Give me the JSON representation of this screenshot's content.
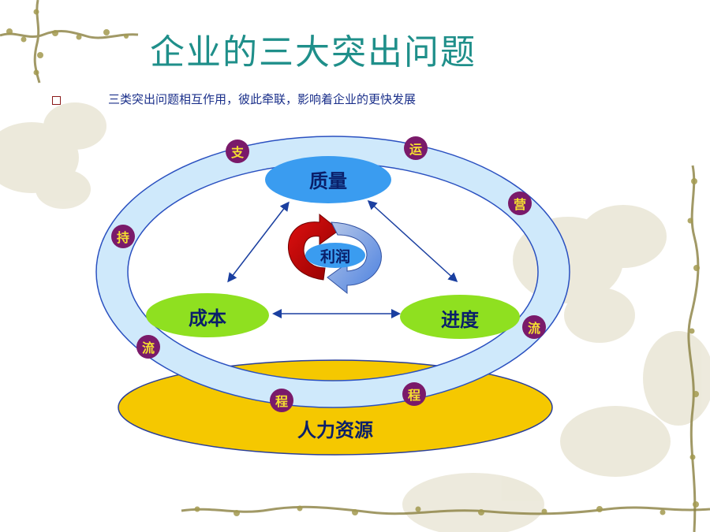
{
  "slide": {
    "title": "企业的三大突出问题",
    "subtitle": "三类突出问题相互作用，彼此牵联，影响着企业的更快发展"
  },
  "diagram": {
    "nodes": {
      "quality": "质量",
      "cost": "成本",
      "schedule": "进度",
      "profit": "利润",
      "hr": "人力资源"
    },
    "ring_chars": {
      "zhi": "支",
      "chi": "持",
      "liu_left": "流",
      "cheng_left": "程",
      "yun": "运",
      "ying": "营",
      "liu_right": "流",
      "cheng_right": "程"
    }
  },
  "colors": {
    "title": "#1f8f8a",
    "subtitle": "#1a2f8a",
    "quality_fill": "#3a9cf0",
    "green_fill": "#8fe020",
    "hr_fill": "#f5c800",
    "ring_fill": "#cfe9fb",
    "badge_fill": "#7a1a6a",
    "badge_text": "#f5e030",
    "arrow": "#1a3fa0"
  }
}
